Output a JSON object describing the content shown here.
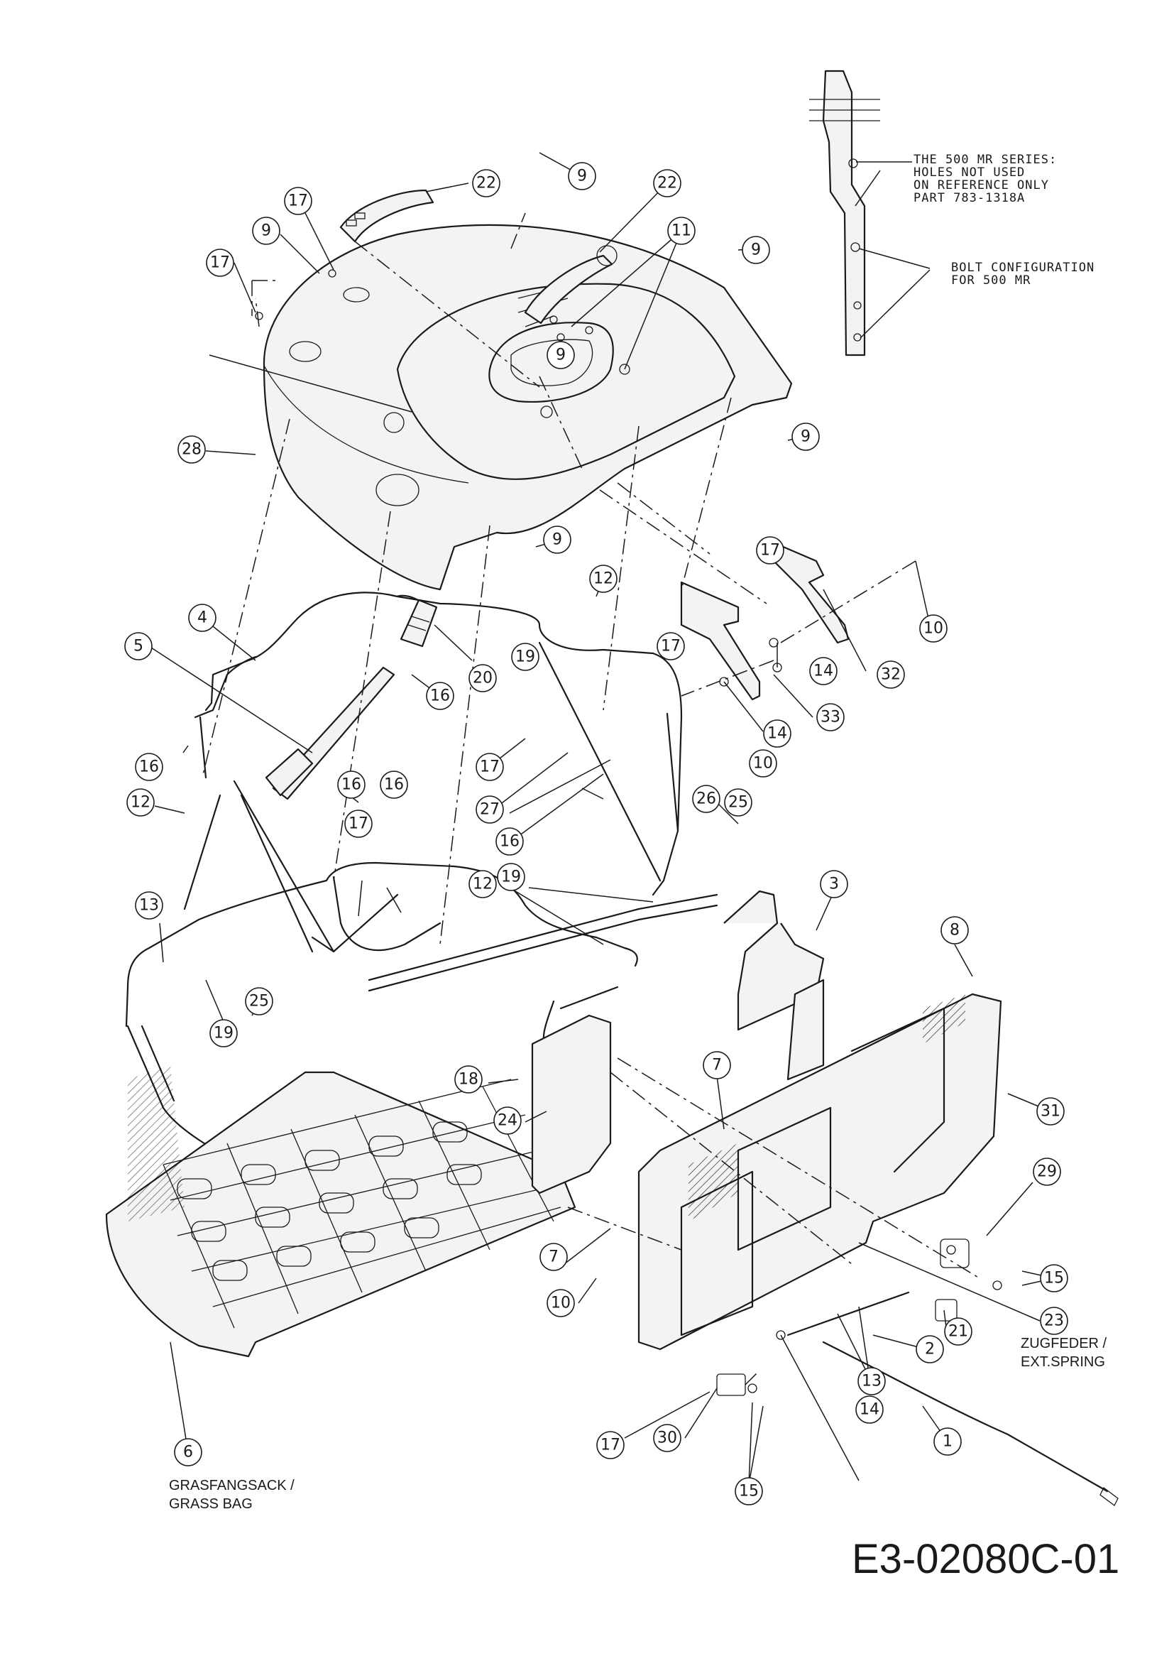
{
  "document_id": "E3-02080C-01",
  "notes": {
    "mr_series": [
      "THE 500 MR SERIES:",
      "HOLES NOT USED",
      "ON REFERENCE ONLY",
      "PART 783-1318A"
    ],
    "bolt_config": [
      "BOLT CONFIGURATION",
      "FOR 500 MR"
    ]
  },
  "labels": {
    "grass_bag": [
      "GRASFANGSACK /",
      "GRASS BAG"
    ],
    "ext_spring": [
      "ZUGFEDER /",
      "EXT.SPRING"
    ]
  },
  "callouts": [
    {
      "n": "9"
    },
    {
      "n": "22"
    },
    {
      "n": "17"
    },
    {
      "n": "9"
    },
    {
      "n": "17"
    },
    {
      "n": "22"
    },
    {
      "n": "11"
    },
    {
      "n": "9"
    },
    {
      "n": "9"
    },
    {
      "n": "28"
    },
    {
      "n": "9"
    },
    {
      "n": "9"
    },
    {
      "n": "12"
    },
    {
      "n": "17"
    },
    {
      "n": "4"
    },
    {
      "n": "5"
    },
    {
      "n": "20"
    },
    {
      "n": "16"
    },
    {
      "n": "17"
    },
    {
      "n": "19"
    },
    {
      "n": "10"
    },
    {
      "n": "14"
    },
    {
      "n": "32"
    },
    {
      "n": "33"
    },
    {
      "n": "14"
    },
    {
      "n": "16"
    },
    {
      "n": "16"
    },
    {
      "n": "10"
    },
    {
      "n": "17"
    },
    {
      "n": "12"
    },
    {
      "n": "16"
    },
    {
      "n": "25"
    },
    {
      "n": "17"
    },
    {
      "n": "16"
    },
    {
      "n": "27"
    },
    {
      "n": "26"
    },
    {
      "n": "19"
    },
    {
      "n": "13"
    },
    {
      "n": "12"
    },
    {
      "n": "3"
    },
    {
      "n": "8"
    },
    {
      "n": "25"
    },
    {
      "n": "19"
    },
    {
      "n": "18"
    },
    {
      "n": "31"
    },
    {
      "n": "7"
    },
    {
      "n": "24"
    },
    {
      "n": "29"
    },
    {
      "n": "7"
    },
    {
      "n": "15"
    },
    {
      "n": "10"
    },
    {
      "n": "23"
    },
    {
      "n": "21"
    },
    {
      "n": "2"
    },
    {
      "n": "13"
    },
    {
      "n": "17"
    },
    {
      "n": "30"
    },
    {
      "n": "14"
    },
    {
      "n": "1"
    },
    {
      "n": "6"
    },
    {
      "n": "15"
    }
  ]
}
